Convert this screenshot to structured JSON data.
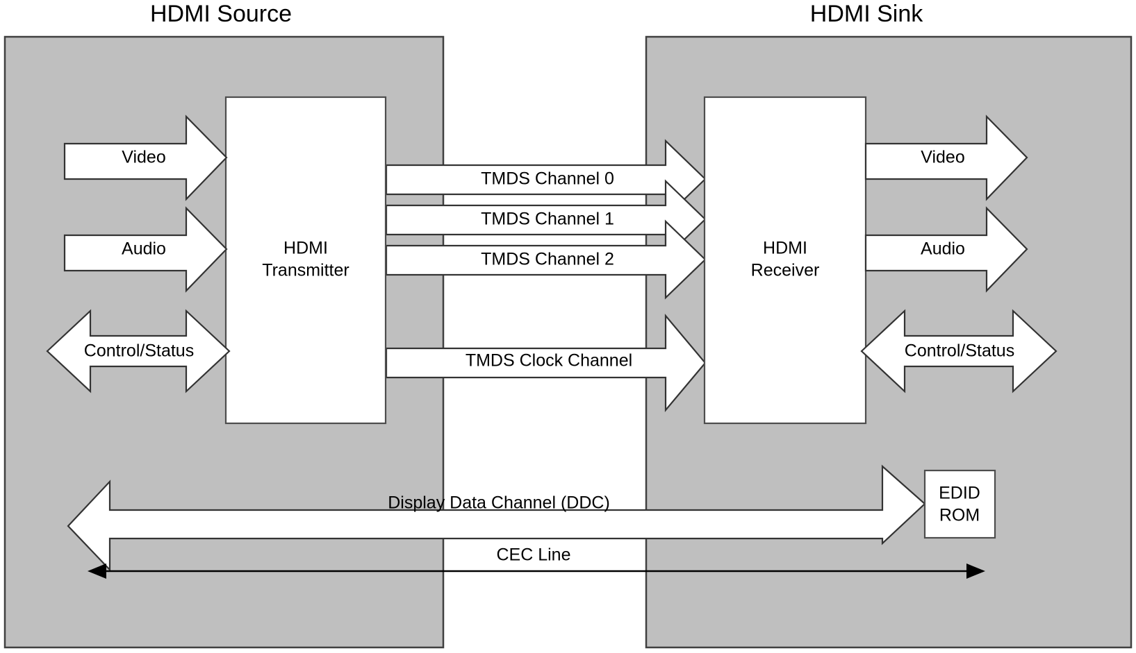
{
  "diagram": {
    "title_left": "HDMI Source",
    "title_right": "HDMI Sink",
    "panel_color": "#bfbfbf",
    "box_color": "#ffffff",
    "line_color": "#333333"
  },
  "source": {
    "unit_line1": "HDMI",
    "unit_line2": "Transmitter",
    "inputs": [
      {
        "label": "Video",
        "direction": "right"
      },
      {
        "label": "Audio",
        "direction": "right"
      },
      {
        "label": "Control/Status",
        "direction": "both"
      }
    ]
  },
  "sink": {
    "unit_line1": "HDMI",
    "unit_line2": "Receiver",
    "outputs": [
      {
        "label": "Video",
        "direction": "right"
      },
      {
        "label": "Audio",
        "direction": "right"
      },
      {
        "label": "Control/Status",
        "direction": "both"
      }
    ],
    "edid_line1": "EDID",
    "edid_line2": "ROM"
  },
  "links": [
    {
      "label": "TMDS Channel 0",
      "direction": "right"
    },
    {
      "label": "TMDS Channel 1",
      "direction": "right"
    },
    {
      "label": "TMDS Channel 2",
      "direction": "right"
    },
    {
      "label": "TMDS Clock Channel",
      "direction": "right"
    },
    {
      "label": "Display Data Channel (DDC)",
      "direction": "both"
    },
    {
      "label": "CEC Line",
      "direction": "both"
    }
  ]
}
